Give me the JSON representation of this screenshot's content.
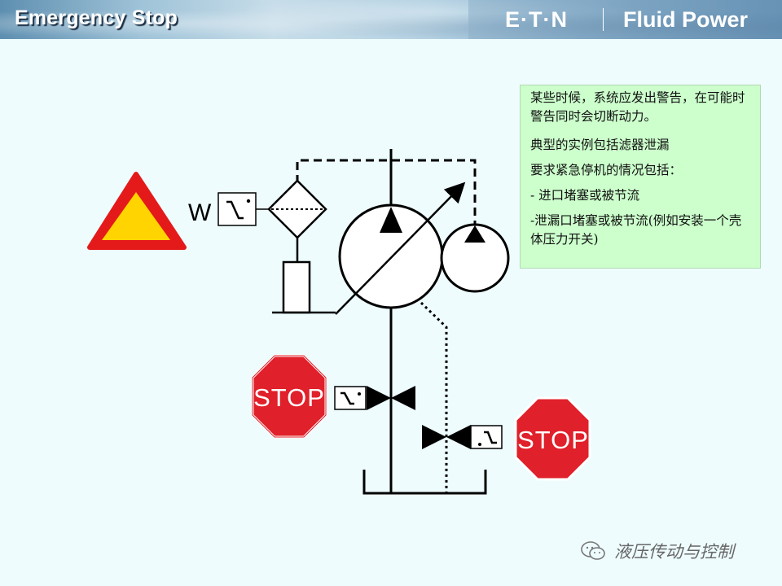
{
  "header": {
    "title": "Emergency Stop",
    "brand": "E·T·N",
    "brand_tagline": "Fluid Power"
  },
  "diagram": {
    "switch_label": "W",
    "stop_sign_1": "STOP",
    "stop_sign_2": "STOP"
  },
  "note": {
    "lines": [
      "某些时候，系统应发出警告，在可能时警告同时会切断动力。",
      "典型的实例包括滤器泄漏",
      "要求紧急停机的情况包括：",
      "- 进口堵塞或被节流",
      "-泄漏口堵塞或被节流(例如安装一个壳体压力开关)"
    ]
  },
  "watermark": {
    "text": "液压传动与控制"
  },
  "colors": {
    "stop_red": "#e0202a",
    "warning_red": "#e41a1a",
    "warning_yellow": "#ffd400",
    "note_bg": "#ccffcc",
    "page_bg": "#eefcfe"
  }
}
